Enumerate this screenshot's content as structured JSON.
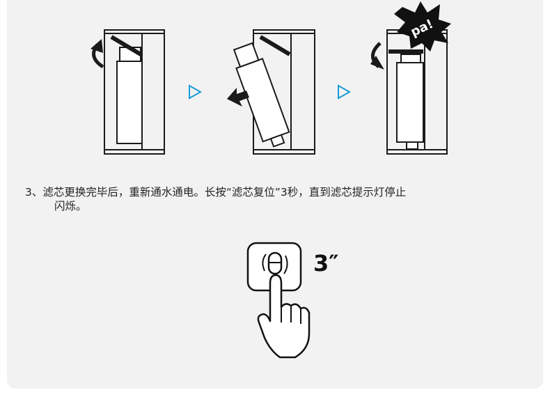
{
  "illustration": {
    "burst_text": "pa!",
    "arrow_color": "#1a9bd7",
    "line_color": "#1a1a1a",
    "icons": [
      "rotate-arrow-icon",
      "remove-arrow-icon",
      "burst-icon",
      "next-step-arrow-icon"
    ]
  },
  "instruction": {
    "line1": "3、滤芯更换完毕后，重新通水通电。长按“滤芯复位”3秒，直到滤芯提示灯停止",
    "line2": "闪烁。"
  },
  "hold": {
    "seconds": "3″",
    "icons": [
      "reset-button-icon",
      "hand-press-icon"
    ]
  }
}
